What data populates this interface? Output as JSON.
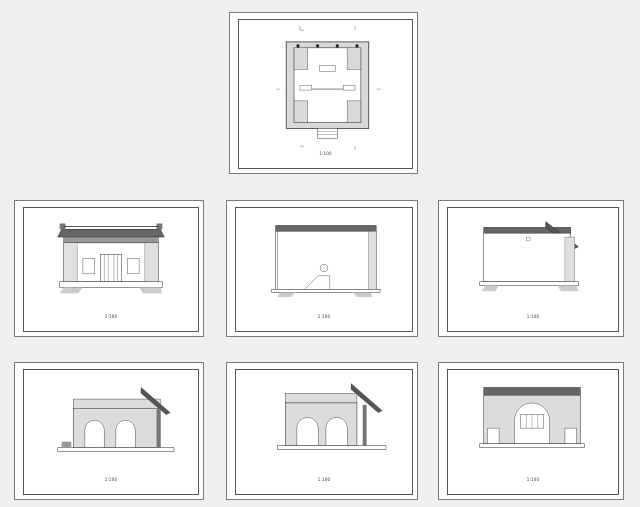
{
  "colors": {
    "background": "#efefef",
    "sheet": "#ffffff",
    "line": "#333333",
    "wall": "#dcdcdc",
    "roof": "#555555"
  },
  "sheets": [
    {
      "id": "plan",
      "kind": "floor-plan",
      "caption": "1:100"
    },
    {
      "id": "front",
      "kind": "front-elevation",
      "caption": "1:100"
    },
    {
      "id": "rear",
      "kind": "rear-elevation",
      "caption": "1:100"
    },
    {
      "id": "side",
      "kind": "side-elevation",
      "caption": "1:100"
    },
    {
      "id": "section-1",
      "kind": "section",
      "caption": "1:100"
    },
    {
      "id": "section-2",
      "kind": "section",
      "caption": "1:100"
    },
    {
      "id": "section-3",
      "kind": "section",
      "caption": "1:100"
    }
  ]
}
